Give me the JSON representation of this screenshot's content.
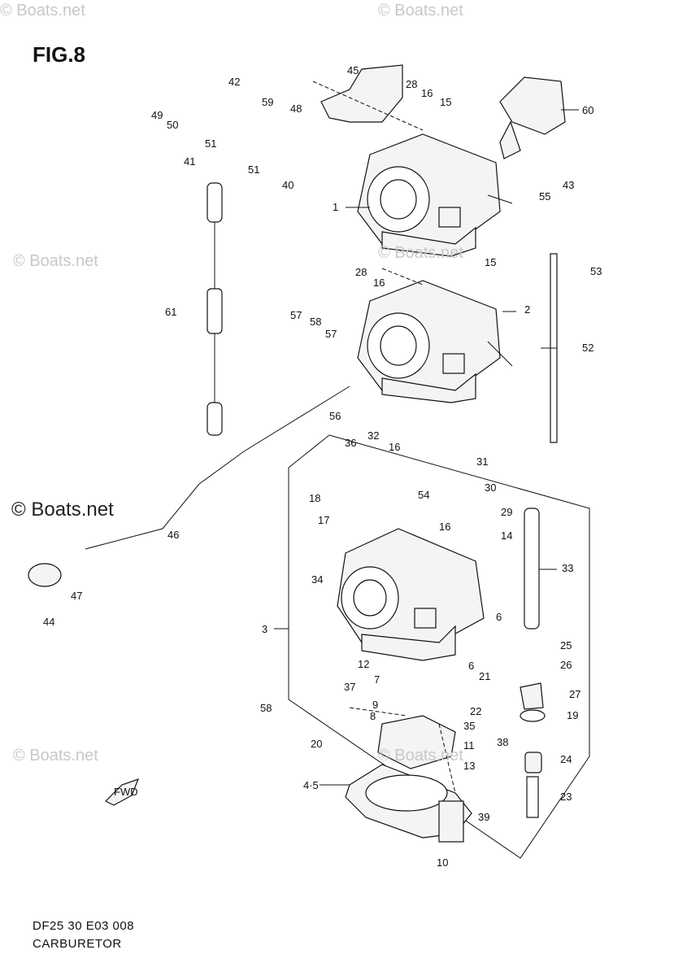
{
  "figure": {
    "title": "FIG.8",
    "code": "DF25 30 E03  008",
    "name": "CARBURETOR"
  },
  "watermarks": {
    "text": "© Boats.net",
    "strong_text": "© Boats.net"
  },
  "fwd_icon": "FWD",
  "callouts": [
    "49",
    "50",
    "41",
    "42",
    "51",
    "59",
    "51",
    "40",
    "48",
    "45",
    "28",
    "16",
    "15",
    "60",
    "43",
    "55",
    "1",
    "28",
    "16",
    "15",
    "53",
    "61",
    "57",
    "58",
    "57",
    "2",
    "52",
    "56",
    "46",
    "44",
    "47",
    "36",
    "32",
    "16",
    "31",
    "30",
    "18",
    "54",
    "16",
    "29",
    "17",
    "14",
    "33",
    "34",
    "3",
    "6",
    "6",
    "25",
    "26",
    "58",
    "37",
    "12",
    "7",
    "21",
    "9",
    "22",
    "8",
    "35",
    "27",
    "19",
    "20",
    "11",
    "13",
    "38",
    "24",
    "4·5",
    "23",
    "39",
    "10"
  ]
}
